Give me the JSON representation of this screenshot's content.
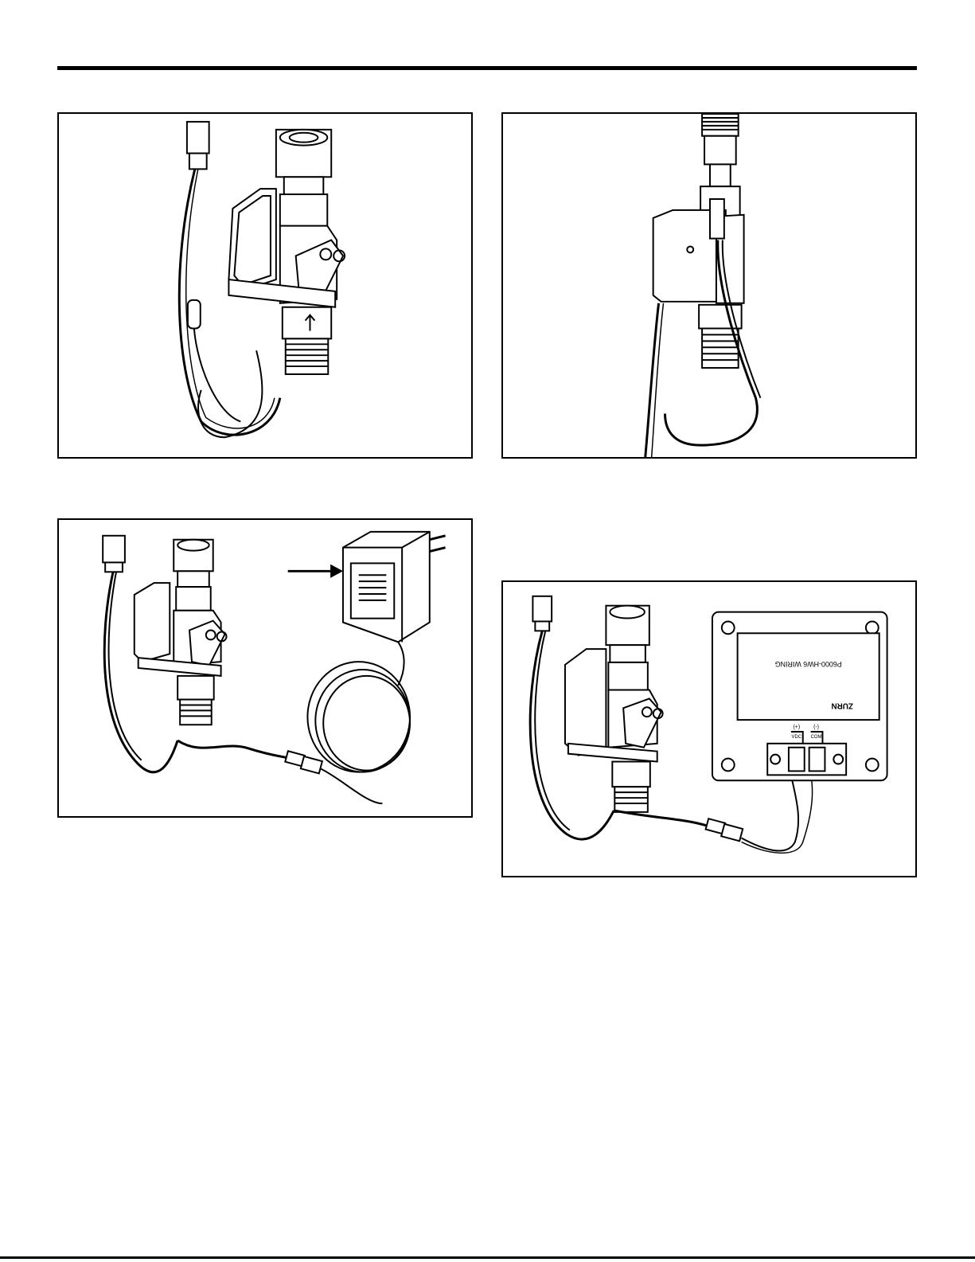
{
  "figures": [
    {
      "id": "valve-with-cable-loop",
      "description_label": ""
    },
    {
      "id": "valve-mounted-on-pipe",
      "description_label": ""
    },
    {
      "id": "valve-with-plug-in-transformer",
      "description_label": ""
    },
    {
      "id": "valve-with-hardwire-box",
      "description_label": ""
    }
  ],
  "wiring_box": {
    "brand": "ZURN",
    "title": "P6000-HW6 WIRING",
    "terminal_plus": "(+)",
    "terminal_minus": "(-)",
    "terminal_plus_label": "VDC",
    "terminal_minus_label": "COM"
  },
  "colors": {
    "line": "#000000",
    "paper": "#ffffff"
  }
}
